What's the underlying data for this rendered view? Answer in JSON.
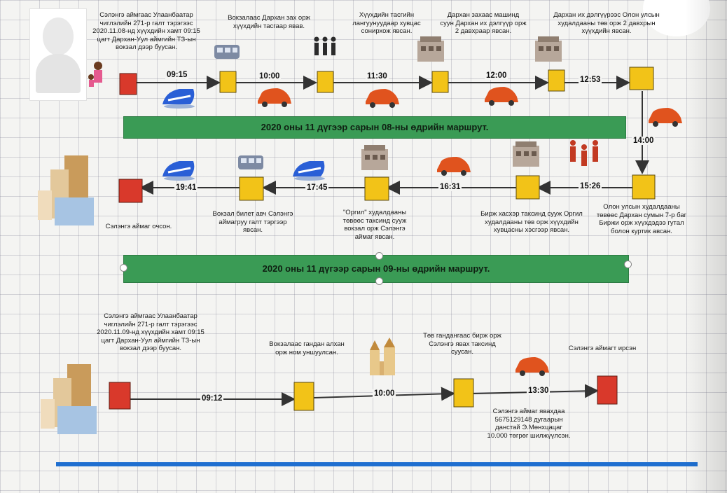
{
  "day1": {
    "nodes": [
      {
        "time": "",
        "text": "Сэлэнгэ аймгаас Улаанбаатар чиглэлийн 271-р галт тэрэгээс 2020.11.08-нд хүүхдийн хамт 09:15 цагт Дархан-Уул аймгийн ТЗ-ын вокзал дээр буусан."
      },
      {
        "time": "09:15",
        "text": "Вокзалаас Дархан зах орж хүүхдийн тасгаар явав."
      },
      {
        "time": "10:00",
        "text": "Хүүхдийн тасгийн лангуунуудаар хувцас сонирхож явсан."
      },
      {
        "time": "11:30",
        "text": "Дархан захаас машинд суун Дархан их дэлгүүр орж 2 давхраар явсан."
      },
      {
        "time": "12:00",
        "text": "Дархан их дэлгүүрээс Олон улсын худалдааны төв орж 2 давхрын хүүхдийн явсан."
      },
      {
        "time": "12:53",
        "text": ""
      },
      {
        "time": "14:00",
        "text": "Олон улсын худалдааны төвөөс Дархан сумын 7-р баг Биржи орж хүүхдэдээ гутал болон куртик авсан."
      },
      {
        "time": "15:26",
        "text": "Бирж хасхэр таксинд сууж Оргил худалдааны төв орж хүүхдийн хувцасны хэсгээр явсан."
      },
      {
        "time": "16:31",
        "text": "\"Оргил\" худалдааны төвөөс таксинд сууж вокзал орж Сэлэнгэ аймаг явсан."
      },
      {
        "time": "17:45",
        "text": "Вокзал билет авч Сэлэнгэ аймагруу галт тэргээр явсан."
      },
      {
        "time": "19:41",
        "text": "Сэлэнгэ аймаг очсон."
      }
    ],
    "banner": "2020 оны 11 дүгээр сарын 08-ны өдрийн маршрут."
  },
  "day2": {
    "banner": "2020 оны 11 дүгээр сарын 09-ны өдрийн маршрут.",
    "nodes": [
      {
        "time": "",
        "text": "Сэлэнгэ аймгаас Улаанбаатар чиглэлийн 271-р галт тэрэгээс 2020.11.09-нд хүүхдийн хамт 09:15 цагт Дархан-Уул аймгийн ТЗ-ын вокзал дээр буусан."
      },
      {
        "time": "09:12",
        "text": "Вокзалаас гандан алхан орж ном уншуулсан."
      },
      {
        "time": "10:00",
        "text": "Төв гандангаас бирж орж Сэлэнгэ явах таксинд суусан."
      },
      {
        "time": "13:30",
        "text": "Сэлэнгэ аймагт ирсэн"
      },
      {
        "time": "",
        "text": "Сэлэнгэ аймаг явахдаа 5675129148 дугаарын данстай Э.Мөнхцацаг 10.000 төгрөг шилжүүлсэн."
      }
    ]
  },
  "colors": {
    "start_end": "#d9392b",
    "stop": "#f2c318",
    "banner": "#3a9b55",
    "line": "#333333",
    "car": "#e0531e",
    "bottom_rule": "#1f6fd0"
  },
  "icons": [
    "photo-placeholder-icon",
    "people-icon",
    "train-icon",
    "bus-icon",
    "car-icon",
    "market-icon",
    "building-icon",
    "city-icon",
    "temple-icon"
  ]
}
